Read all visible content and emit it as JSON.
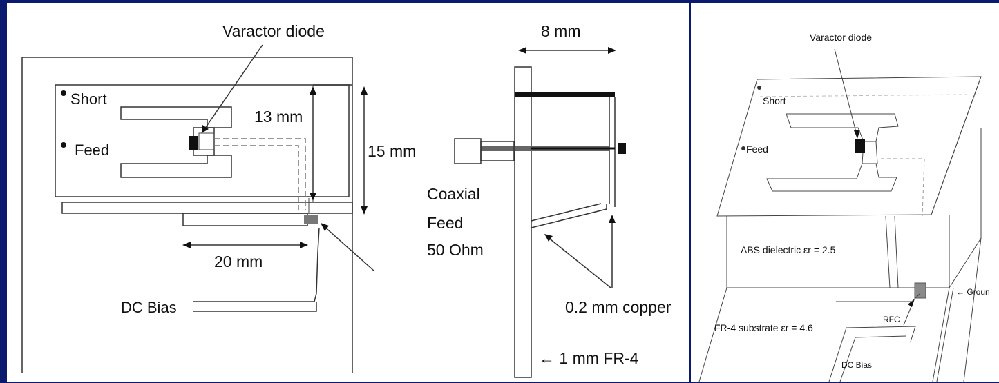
{
  "left_figure": {
    "varactor_label": "Varactor diode",
    "short_label": "Short",
    "feed_label": "Feed",
    "dim_13": "13 mm",
    "dim_15": "15 mm",
    "dim_20": "20 mm",
    "dc_bias_label": "DC Bias"
  },
  "side_view": {
    "dim_8": "8 mm",
    "coax_line1": "Coaxial",
    "coax_line2": "Feed",
    "coax_line3": "50 Ohm",
    "copper_label": "0.2 mm copper",
    "fr4_label": "← 1 mm FR-4"
  },
  "right_figure": {
    "varactor_label": "Varactor diode",
    "short_label": "Short",
    "feed_label": "Feed",
    "abs_label": "ABS dielectric εr = 2.5",
    "fr4_label": "FR-4 substrate εr = 4.6",
    "rfc_label": "RFC",
    "ground_label": "← Groun",
    "dc_bias_label": "DC Bias"
  },
  "colors": {
    "background": "#0a1a6e",
    "panel": "#ffffff",
    "ink": "#222222",
    "rfc_fill": "#8a8a8a"
  }
}
